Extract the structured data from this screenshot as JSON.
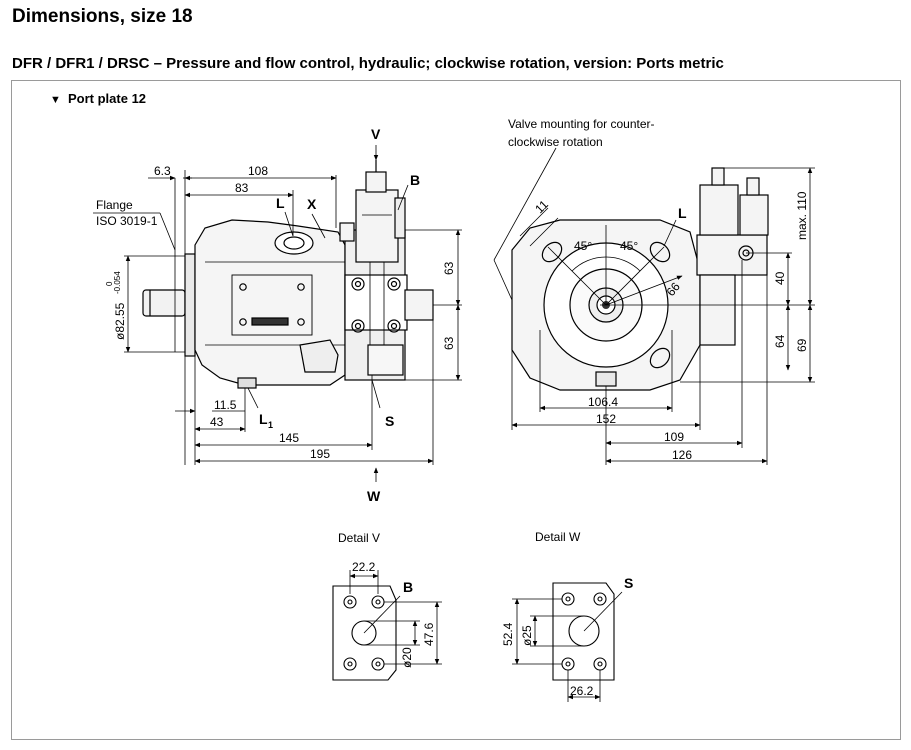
{
  "header": {
    "title": "Dimensions, size 18",
    "subtitle": "DFR / DFR1 / DRSC – Pressure and flow control, hydraulic; clockwise rotation, version: Ports metric"
  },
  "section": {
    "marker": "▼",
    "label": "Port plate 12"
  },
  "side_view": {
    "labels": {
      "V": "V",
      "B": "B",
      "L": "L",
      "X": "X",
      "S": "S",
      "W": "W",
      "L1_main": "L",
      "L1_sub": "1"
    },
    "flange_note": [
      "Flange",
      "ISO 3019-1"
    ],
    "dims": {
      "d6_3": "6.3",
      "d108": "108",
      "d83": "83",
      "d63a": "63",
      "d63b": "63",
      "d11_5": "11.5",
      "d43": "43",
      "d145": "145",
      "d195": "195",
      "dia_main": "ø82.55",
      "dia_tol": "0",
      "dia_tol_low": "-0.054"
    }
  },
  "front_view": {
    "note": [
      "Valve mounting for counter-",
      "clockwise rotation"
    ],
    "labels": {
      "L": "L"
    },
    "dims": {
      "d11": "11",
      "a45a": "45°",
      "a45b": "45°",
      "d66": "66",
      "d106_4": "106.4",
      "d152": "152",
      "d109": "109",
      "d126": "126",
      "d110": "max. 110",
      "d40": "40",
      "d64": "64",
      "d69": "69"
    }
  },
  "detail_v": {
    "title": "Detail V",
    "label": "B",
    "dims": {
      "d22_2": "22.2",
      "d47_6": "47.6",
      "d20": "ø20"
    }
  },
  "detail_w": {
    "title": "Detail W",
    "label": "S",
    "dims": {
      "d52_4": "52.4",
      "d25": "ø25",
      "d26_2": "26.2"
    }
  }
}
